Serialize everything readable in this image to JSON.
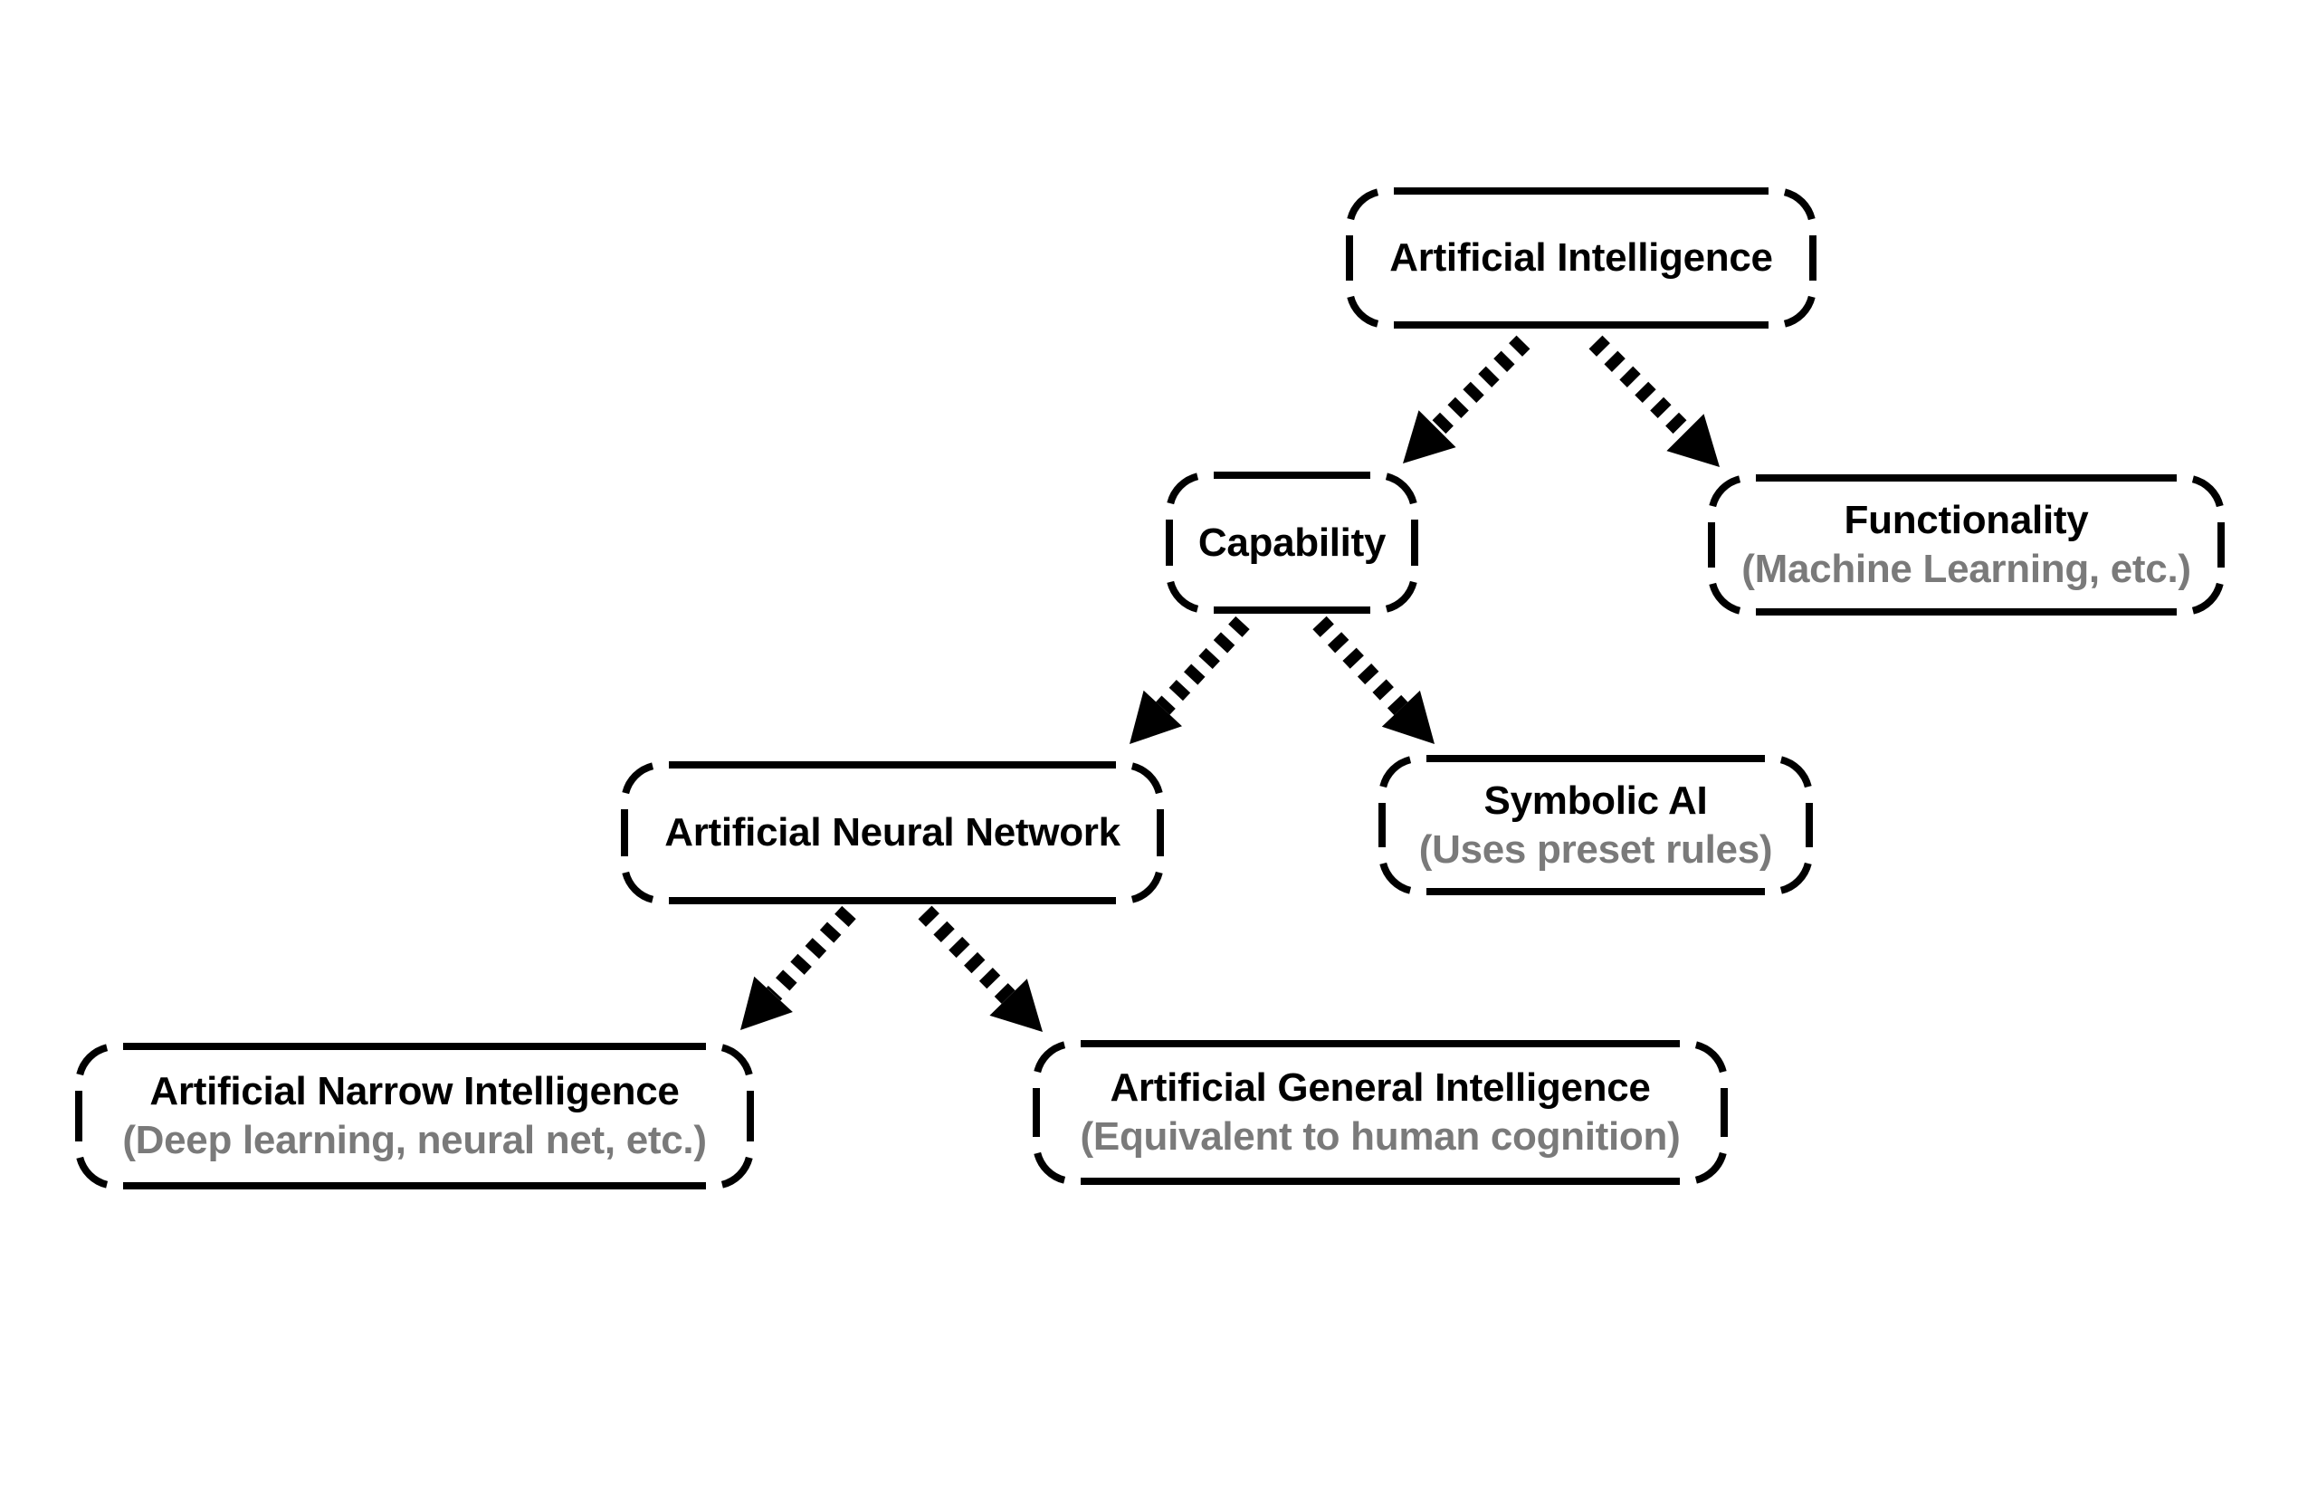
{
  "diagram": {
    "background": "#ffffff",
    "title_color": "#000000",
    "subtitle_color": "#7a7a7a",
    "line_color": "#000000",
    "nodes": {
      "ai": {
        "title": "Artificial Intelligence"
      },
      "capability": {
        "title": "Capability"
      },
      "functionality": {
        "title": "Functionality",
        "subtitle": "(Machine Learning, etc.)"
      },
      "ann": {
        "title": "Artificial Neural Network"
      },
      "symbolic": {
        "title": "Symbolic AI",
        "subtitle": "(Uses preset rules)"
      },
      "ani": {
        "title": "Artificial Narrow Intelligence",
        "subtitle": "(Deep learning, neural net, etc.)"
      },
      "agi": {
        "title": "Artificial General Intelligence",
        "subtitle": "(Equivalent to human cognition)"
      }
    },
    "edges": [
      {
        "from": "ai",
        "to": "capability"
      },
      {
        "from": "ai",
        "to": "functionality"
      },
      {
        "from": "capability",
        "to": "ann"
      },
      {
        "from": "capability",
        "to": "symbolic"
      },
      {
        "from": "ann",
        "to": "ani"
      },
      {
        "from": "ann",
        "to": "agi"
      }
    ]
  }
}
